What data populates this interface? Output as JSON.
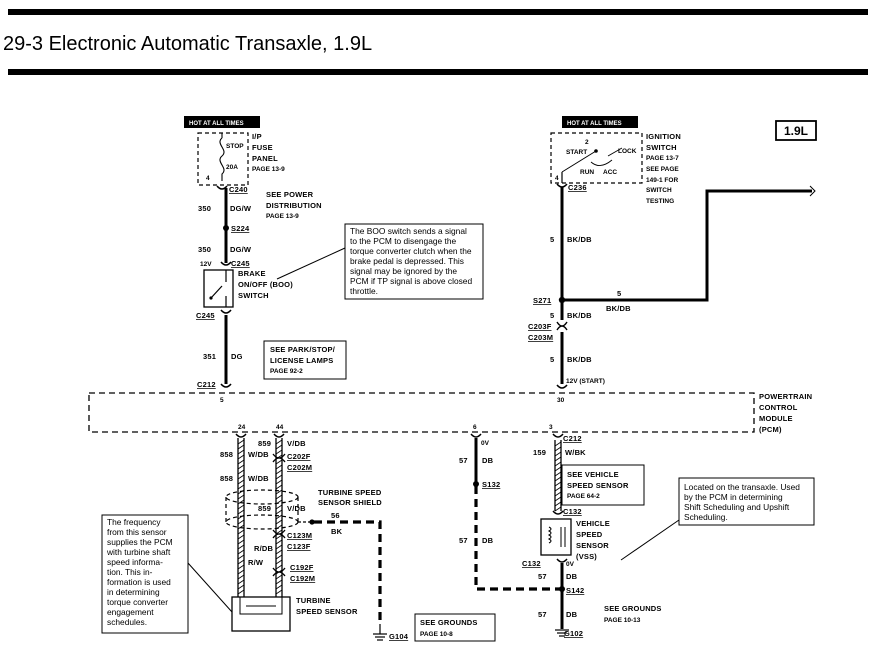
{
  "page": {
    "title": "29-3 Electronic Automatic Transaxle, 1.9L",
    "badge": "1.9L"
  },
  "hot_labels": [
    "HOT AT ALL TIMES",
    "HOT AT ALL TIMES"
  ],
  "fuse_panel": {
    "name_lines": [
      "I/P",
      "FUSE",
      "PANEL"
    ],
    "page": "PAGE 13-9",
    "fuse_stop": "STOP",
    "fuse_amp": "20A",
    "pin": "4",
    "connector": "C240"
  },
  "ignition_switch": {
    "name_lines": [
      "IGNITION",
      "SWITCH"
    ],
    "page_lines": [
      "PAGE 13-7",
      "SEE PAGE",
      "149-1  FOR",
      "SWITCH",
      "TESTING"
    ],
    "positions": [
      "START",
      "LOCK",
      "RUN",
      "ACC"
    ],
    "pins": [
      "2",
      "4"
    ],
    "connector": "C236"
  },
  "power_distribution": {
    "lines": [
      "SEE  POWER",
      "DISTRIBUTION",
      "PAGE  13-9"
    ]
  },
  "left_top_wires": [
    {
      "circuit": "350",
      "color": "DG/W"
    },
    {
      "circuit": "350",
      "color": "DG/W"
    }
  ],
  "splice_s224": "S224",
  "boo_switch": {
    "volt": "12V",
    "connector_top": "C245",
    "connector_bottom": "C245",
    "name_lines": [
      "BRAKE",
      "ON/OFF  (BOO)",
      "SWITCH"
    ]
  },
  "boo_note": {
    "lines": [
      "The BOO switch sends a signal",
      "to  the  PCM  to  disengage  the",
      "torque converter clutch when the",
      "brake  pedal  is  depressed.   This",
      "signal  may  be  ignored  by  the",
      "PCM if TP signal is above closed",
      "throttle."
    ]
  },
  "wire_351": {
    "circuit": "351",
    "color": "DG"
  },
  "park_stop": {
    "lines": [
      "SEE  PARK/STOP/",
      "LICENSE  LAMPS",
      "PAGE  92-2"
    ]
  },
  "c212_left": "C212",
  "right_wires": {
    "top": {
      "circuit": "5",
      "color": "BK/DB"
    },
    "horiz": {
      "circuit": "5",
      "color": "BK/DB"
    },
    "mid": {
      "circuit": "5",
      "color": "BK/DB"
    },
    "low": {
      "circuit": "5",
      "color": "BK/DB"
    }
  },
  "splice_s271": "S271",
  "c203": [
    "C203F",
    "C203M"
  ],
  "start_volt": "12V (START)",
  "pcm": {
    "name_lines": [
      "POWERTRAIN",
      "CONTROL",
      "MODULE",
      "(PCM)"
    ],
    "pins_top": [
      "5",
      "30"
    ],
    "pins_bottom": [
      "24",
      "44",
      "6",
      "3"
    ]
  },
  "c212_right": "C212",
  "tss_wires": {
    "w859_top": {
      "circuit": "859",
      "color": "V/DB"
    },
    "w858_top": {
      "circuit": "858",
      "color": "W/DB"
    },
    "w858_mid": {
      "circuit": "858",
      "color": "W/DB"
    },
    "w859_shield": {
      "circuit": "859",
      "color": "V/DB"
    },
    "c202": [
      "C202F",
      "C202M"
    ],
    "c123": [
      "C123M",
      "C123F"
    ],
    "rdb": "R/DB",
    "rw": "R/W",
    "c192": [
      "C192F",
      "C192M"
    ]
  },
  "shield": {
    "name_lines": [
      "TURBINE SPEED",
      "SENSOR SHIELD"
    ],
    "circuit": "56",
    "color": "BK"
  },
  "tss": {
    "name_lines": [
      "TURBINE",
      "SPEED SENSOR"
    ]
  },
  "tss_note": {
    "lines": [
      "The      frequency",
      "from   this   sensor",
      "supplies the PCM",
      "with turbine shaft",
      "speed       informa-",
      "tion.       This  in-",
      "formation  is  used",
      "in          determining",
      "torque   converter",
      "engagement",
      "schedules."
    ]
  },
  "grounds": {
    "g104": "G104",
    "g104_ref": [
      "SEE   GROUNDS",
      "PAGE  10-8"
    ],
    "g102": "G102",
    "g102_ref": [
      "SEE   GROUNDS",
      "PAGE  10-13"
    ]
  },
  "vss_wires": {
    "w57_a": {
      "circuit": "57",
      "color": "DB"
    },
    "w57_b": {
      "circuit": "57",
      "color": "DB"
    },
    "w57_c": {
      "circuit": "57",
      "color": "DB"
    },
    "w57_d": {
      "circuit": "57",
      "color": "DB"
    },
    "w159": {
      "circuit": "159",
      "color": "W/BK"
    },
    "s132": "S132",
    "s142": "S142",
    "volt": "0V",
    "volt2": "0V"
  },
  "vss": {
    "connector_top": "C132",
    "connector_bottom": "C132",
    "name_lines": [
      "VEHICLE",
      "SPEED",
      "SENSOR",
      "(VSS)"
    ]
  },
  "vss_ref": {
    "lines": [
      "SEE  VEHICLE",
      "SPEED  SENSOR",
      "PAGE  64-2"
    ]
  },
  "vss_note": {
    "lines": [
      "Located on the transaxle. Used",
      "by  the  PCM  in  determining",
      "Shift Scheduling and Upshift",
      "Scheduling."
    ]
  },
  "colors": {
    "ink": "#000000",
    "paper": "#ffffff"
  }
}
